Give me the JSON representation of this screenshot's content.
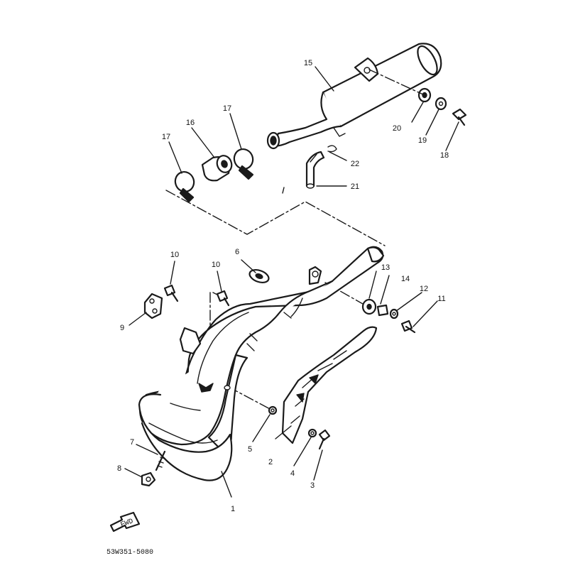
{
  "diagram": {
    "part_number": "53W351-5080",
    "direction_marker": "FWD",
    "callouts": [
      {
        "id": "1",
        "label": "1"
      },
      {
        "id": "2",
        "label": "2"
      },
      {
        "id": "3",
        "label": "3"
      },
      {
        "id": "4",
        "label": "4"
      },
      {
        "id": "5",
        "label": "5"
      },
      {
        "id": "6",
        "label": "6"
      },
      {
        "id": "7",
        "label": "7"
      },
      {
        "id": "8",
        "label": "8"
      },
      {
        "id": "9",
        "label": "9"
      },
      {
        "id": "10a",
        "label": "10"
      },
      {
        "id": "10b",
        "label": "10"
      },
      {
        "id": "11",
        "label": "11"
      },
      {
        "id": "12",
        "label": "12"
      },
      {
        "id": "13",
        "label": "13"
      },
      {
        "id": "14",
        "label": "14"
      },
      {
        "id": "15",
        "label": "15"
      },
      {
        "id": "16",
        "label": "16"
      },
      {
        "id": "17a",
        "label": "17"
      },
      {
        "id": "17b",
        "label": "17"
      },
      {
        "id": "18",
        "label": "18"
      },
      {
        "id": "19",
        "label": "19"
      },
      {
        "id": "20",
        "label": "20"
      },
      {
        "id": "21",
        "label": "21"
      },
      {
        "id": "22",
        "label": "22"
      }
    ]
  }
}
